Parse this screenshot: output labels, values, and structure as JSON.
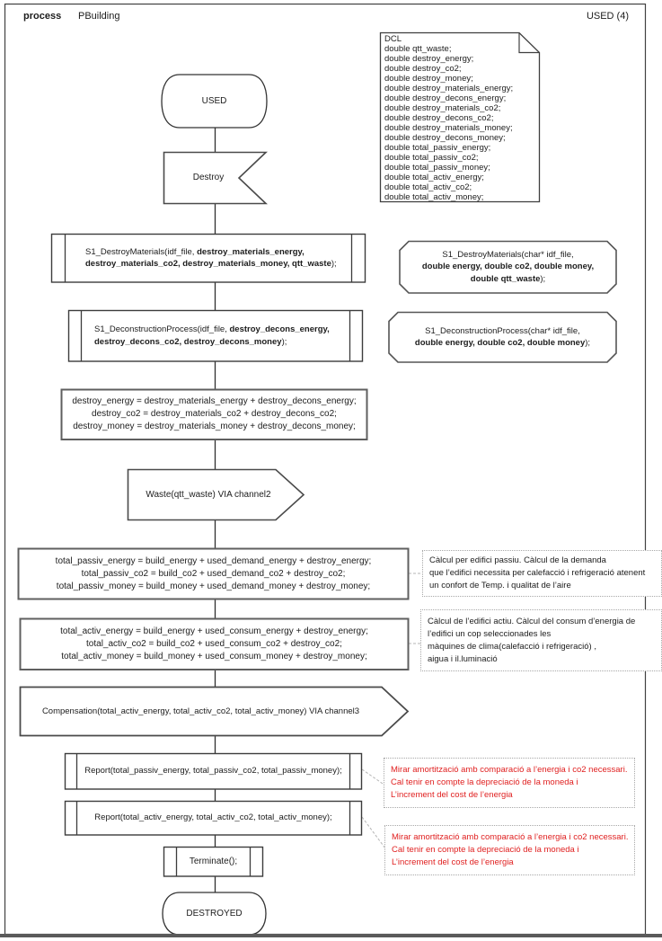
{
  "header": {
    "kind_label": "process",
    "process_name": "PBuilding",
    "page_indicator": "USED (4)"
  },
  "declarations_note": {
    "lines": [
      "DCL",
      "double qtt_waste;",
      "double destroy_energy;",
      "double destroy_co2;",
      "double destroy_money;",
      "double destroy_materials_energy;",
      "double destroy_decons_energy;",
      "double destroy_materials_co2;",
      "double destroy_decons_co2;",
      "double destroy_materials_money;",
      "double destroy_decons_money;",
      "double total_passiv_energy;",
      "double total_passiv_co2;",
      "double total_passiv_money;",
      "double total_activ_energy;",
      "double total_activ_co2;",
      "double total_activ_money;"
    ]
  },
  "flow": {
    "start_state": {
      "label": "USED"
    },
    "input_destroy": {
      "label": "Destroy"
    },
    "proc_destroy_materials": {
      "lines": [
        [
          {
            "t": "S1_DestroyMaterials(idf_file, ",
            "b": false
          },
          {
            "t": "destroy_materials_energy,",
            "b": true
          }
        ],
        [
          {
            "t": "destroy_materials_co2, destroy_materials_money, qtt_waste",
            "b": true
          },
          {
            "t": ");",
            "b": false
          }
        ]
      ]
    },
    "proc_deconstruction": {
      "lines": [
        [
          {
            "t": "S1_DeconstructionProcess(idf_file, ",
            "b": false
          },
          {
            "t": "destroy_decons_energy,",
            "b": true
          }
        ],
        [
          {
            "t": "destroy_decons_co2, destroy_decons_money",
            "b": true
          },
          {
            "t": ");",
            "b": false
          }
        ]
      ]
    },
    "task_destroy_totals": {
      "lines": [
        "destroy_energy = destroy_materials_energy + destroy_decons_energy;",
        "destroy_co2 = destroy_materials_co2 + destroy_decons_co2;",
        "destroy_money = destroy_materials_money + destroy_decons_money;"
      ]
    },
    "output_waste": {
      "label": "Waste(qtt_waste) VIA channel2"
    },
    "task_total_passiv": {
      "lines": [
        "total_passiv_energy = build_energy + used_demand_energy + destroy_energy;",
        "total_passiv_co2 = build_co2 + used_demand_co2 + destroy_co2;",
        "total_passiv_money =  build_money + used_demand_money + destroy_money;"
      ]
    },
    "task_total_activ": {
      "lines": [
        "total_activ_energy = build_energy + used_consum_energy + destroy_energy;",
        "total_activ_co2 =  build_co2 + used_consum_co2 + destroy_co2;",
        "total_activ_money = build_money + used_consum_money + destroy_money;"
      ]
    },
    "output_compensation": {
      "label": "Compensation(total_activ_energy, total_activ_co2, total_activ_money) VIA channel3"
    },
    "proc_report_passiv": {
      "label": "Report(total_passiv_energy, total_passiv_co2, total_passiv_money);"
    },
    "proc_report_activ": {
      "label": "Report(total_activ_energy, total_activ_co2, total_activ_money);"
    },
    "proc_terminate": {
      "label": "Terminate();"
    },
    "end_state": {
      "label": "DESTROYED"
    }
  },
  "procedure_declarations": {
    "decl_destroy_materials": {
      "lines": [
        [
          {
            "t": "S1_DestroyMaterials(char* idf_file,",
            "b": false
          }
        ],
        [
          {
            "t": "double energy, double co2, double money,",
            "b": true
          }
        ],
        [
          {
            "t": "double qtt_waste",
            "b": true
          },
          {
            "t": ");",
            "b": false
          }
        ]
      ]
    },
    "decl_deconstruction": {
      "lines": [
        [
          {
            "t": "S1_DeconstructionProcess(char* idf_file,",
            "b": false
          }
        ],
        [
          {
            "t": "double energy, double co2, double money",
            "b": true
          },
          {
            "t": ");",
            "b": false
          }
        ]
      ]
    }
  },
  "comments": {
    "passiv": {
      "lines": [
        "Càlcul per edifici passiu. Càlcul de la demanda",
        "que l’edifici necessita per calefacció i refrigeració atenent",
        "un confort de Temp.  i qualitat de l’aire"
      ]
    },
    "activ": {
      "lines": [
        "Càlcul de l’edifici actiu. Càlcul del consum d’energia de",
        "l’edifici un cop seleccionades les",
        "màquines de clima(calefacció i refrigeració) ,",
        "aigua i il.luminació"
      ]
    },
    "report_passiv": {
      "lines": [
        "Mirar amortització amb comparació a l’energia i co2 necessari.",
        "Cal tenir en compte la depreciació de la moneda i",
        "L’increment del cost de l’energia"
      ]
    },
    "report_activ": {
      "lines": [
        "Mirar amortització amb comparació a l’energia i co2 necessari.",
        "Cal tenir en compte la depreciació de la moneda i",
        "L’increment del cost de l’energia"
      ]
    }
  },
  "colors": {
    "shape_border": "#4a4a4a",
    "comment_border": "#a8a8a8",
    "comment_red_text": "#e01f1f",
    "page_frame": "#404040"
  }
}
